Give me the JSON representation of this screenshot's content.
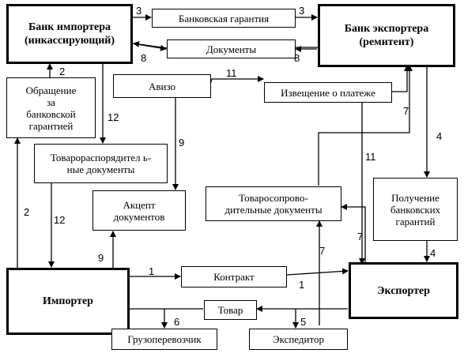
{
  "boxes": {
    "importer_bank": "Банк импортера\n(инкассирующий)",
    "bank_guarantee": "Банковская гарантия",
    "exporter_bank": "Банк экспортера\n(ремитент)",
    "documents": "Документы",
    "guarantee_request": "Обращение\nза\nбанковской\nгарантией",
    "aviso": "Авизо",
    "payment_notice": "Извещение о платеже",
    "title_documents": "Товарораспорядител ь-\nные документы",
    "accept_documents": "Акцепт\nдокументов",
    "shipping_documents": "Товаросопрово-\nдительные документы",
    "receive_guarantees": "Получение\nбанковских\nгарантий",
    "importer": "Импортер",
    "contract": "Контракт",
    "exporter": "Экспортер",
    "goods": "Товар",
    "carrier": "Грузоперевозчик",
    "forwarder": "Экспедитор"
  },
  "labels": {
    "l3a": "3",
    "l3b": "3",
    "l8a": "8",
    "l8b": "8",
    "l2a": "2",
    "l2b": "2",
    "l11a": "11",
    "l11b": "11",
    "l12a": "12",
    "l12b": "12",
    "l9a": "9",
    "l9b": "9",
    "l7a": "7",
    "l7b": "7",
    "l7c": "7",
    "l4a": "4",
    "l4b": "4",
    "l1a": "1",
    "l1b": "1",
    "l6": "6",
    "l5": "5"
  }
}
